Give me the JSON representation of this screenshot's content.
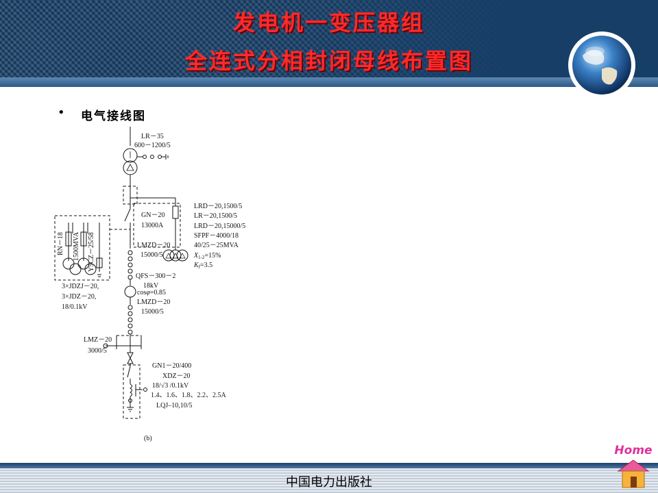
{
  "title": {
    "line1": "发电机一变压器组",
    "line2": "全连式分相封闭母线布置图"
  },
  "bullet": "电气接线图",
  "diagram": {
    "labels": {
      "lr35": "LR－35",
      "lr35_ratio": "600－1200/5",
      "lrd20_1500": "LRD－20,1500/5",
      "lr20_1500": "LR－20,1500/5",
      "lrd20_15000": "LRD－20,15000/5",
      "sfpf": "SFPF－4000/18",
      "mva": "40/25－25MVA",
      "x12_name": "X",
      "x12_sub": "1-2",
      "x12_val": "=15%",
      "kf_name": "K",
      "kf_sub": "f",
      "kf_val": "=3.5",
      "gn20": "GN－20",
      "gn20_rating": "13000A",
      "lmzd20_top": "LMZD－20",
      "lmzd20_top_ratio": "15000/5",
      "rn18": "RN－18",
      "mva1500": "1500MVA",
      "y5cz": "Y5CZ－25/58",
      "qfs": "QFS－300－2",
      "qfs_kv": "18kV",
      "cosphi_pre": "cos",
      "cosphi_sym": "φ",
      "cosphi_val": "=0.85",
      "lmzd20_bot": "LMZD－20",
      "lmzd20_bot_ratio": "15000/5",
      "jdzj": "3×JDZJ－20,",
      "jdz": "3×JDZ－20,",
      "jdz_kv": "18/0.1kV",
      "lmz20": "LMZ－20",
      "lmz20_ratio": "3000/5",
      "gn1": "GN1－20/400",
      "xdz": "XDZ－20",
      "xdz_kv_a": "18/",
      "xdz_kv_b": "3 /0.1kV",
      "xdz_taps": "1.4、1.6、1.8、2.2、2.5A",
      "lqj": "LQJ–10,10/5",
      "caption": "(b)"
    }
  },
  "footer": "中国电力出版社",
  "home": "Home",
  "colors": {
    "title": "#ff2a2a",
    "header": "#173e67",
    "home": "#e0309a"
  },
  "icons": [
    "globe-icon",
    "home-icon"
  ]
}
